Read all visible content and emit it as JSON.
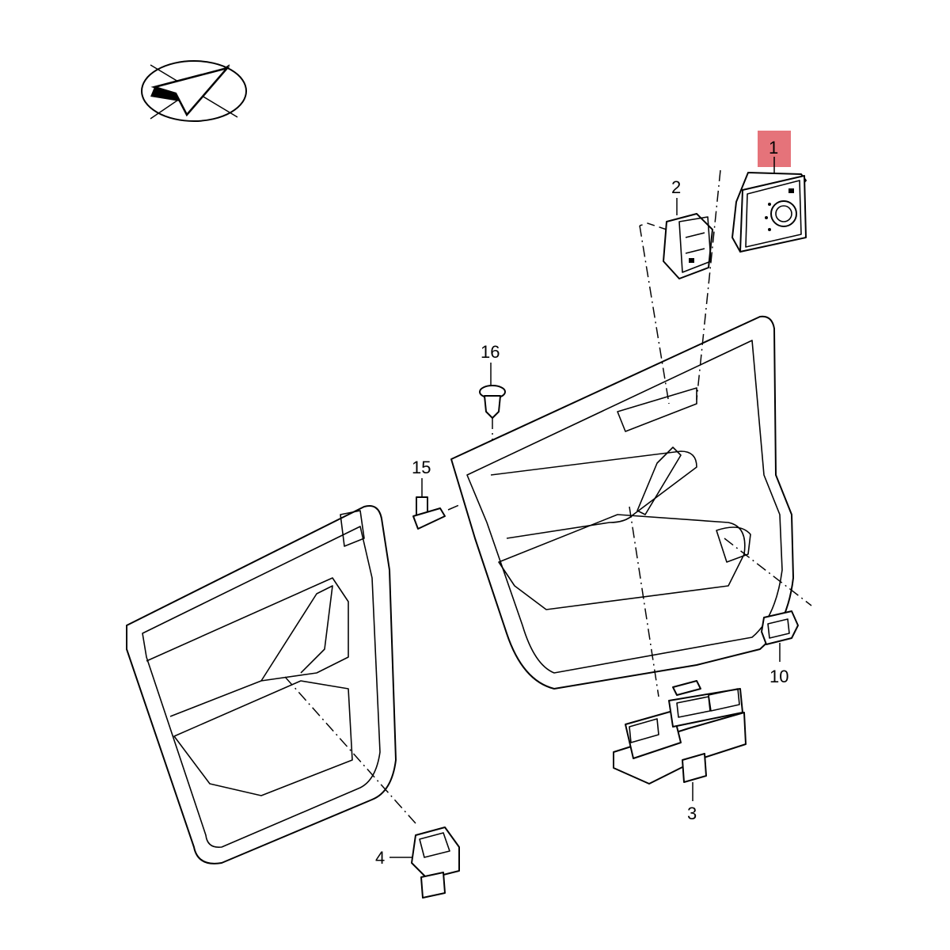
{
  "diagram": {
    "orientation_icon": "direction-arrow-icon",
    "highlight_color": "#e5737a",
    "callouts": [
      {
        "id": "1",
        "label": "1",
        "highlighted": true
      },
      {
        "id": "2",
        "label": "2",
        "highlighted": false
      },
      {
        "id": "3",
        "label": "3",
        "highlighted": false
      },
      {
        "id": "4",
        "label": "4",
        "highlighted": false
      },
      {
        "id": "10",
        "label": "10",
        "highlighted": false
      },
      {
        "id": "15",
        "label": "15",
        "highlighted": false
      },
      {
        "id": "16",
        "label": "16",
        "highlighted": false
      }
    ]
  }
}
